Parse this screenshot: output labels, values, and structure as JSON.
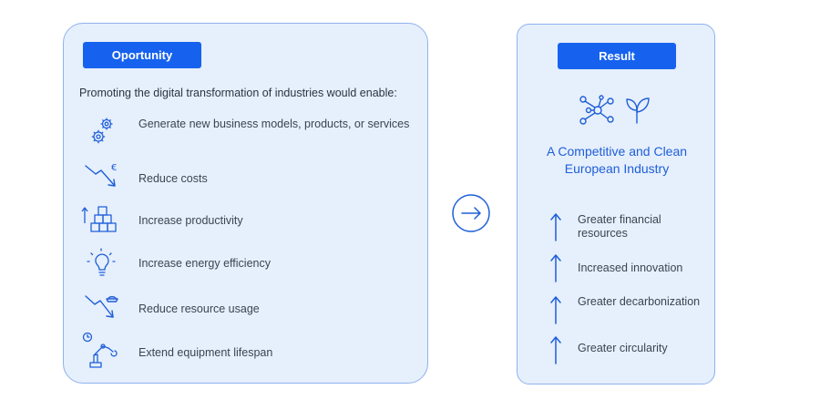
{
  "opportunity": {
    "title": "Oportunity",
    "intro": "Promoting the digital transformation of industries would enable:",
    "items": [
      {
        "icon": "gears-icon",
        "label": "Generate new business models, products, or services"
      },
      {
        "icon": "cost-down-icon",
        "label": "Reduce costs"
      },
      {
        "icon": "productivity-boxes-icon",
        "label": "Increase productivity"
      },
      {
        "icon": "lightbulb-icon",
        "label": "Increase energy efficiency"
      },
      {
        "icon": "resource-down-icon",
        "label": "Reduce resource usage"
      },
      {
        "icon": "robot-arm-clock-icon",
        "label": "Extend equipment lifespan"
      }
    ]
  },
  "result": {
    "title": "Result",
    "headline": "A Competitive and Clean European Industry",
    "icons": [
      "network-icon",
      "leaf-icon"
    ],
    "items": [
      {
        "icon": "up-arrow-icon",
        "label": "Greater financial resources"
      },
      {
        "icon": "up-arrow-icon",
        "label": "Increased innovation"
      },
      {
        "icon": "up-arrow-icon",
        "label": "Greater decarbonization"
      },
      {
        "icon": "up-arrow-icon",
        "label": "Greater circularity"
      }
    ]
  },
  "colors": {
    "accent": "#1662ee",
    "panel_bg": "#e6effc",
    "panel_border": "#8fb2ee",
    "icon_stroke": "#1e5fd8"
  }
}
